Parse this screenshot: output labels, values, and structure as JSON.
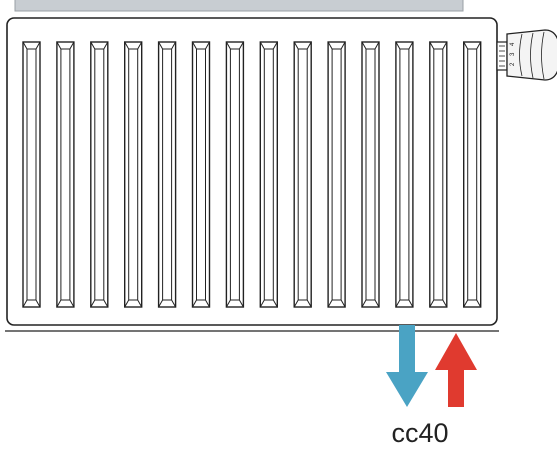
{
  "diagram": {
    "type": "panel-radiator",
    "fin_count": 14,
    "connection_label": "cc40",
    "valve_scale_marks": [
      "2",
      "3",
      "4"
    ],
    "flow": {
      "return": {
        "direction": "down",
        "color": "#4aa3c4"
      },
      "supply": {
        "direction": "up",
        "color": "#e03a2f"
      }
    },
    "colors": {
      "outline": "#222222",
      "wall_strip": "#c8cdd2",
      "wall_strip_edge": "#9aa0a6",
      "valve_body": "#f4f4f4"
    }
  }
}
